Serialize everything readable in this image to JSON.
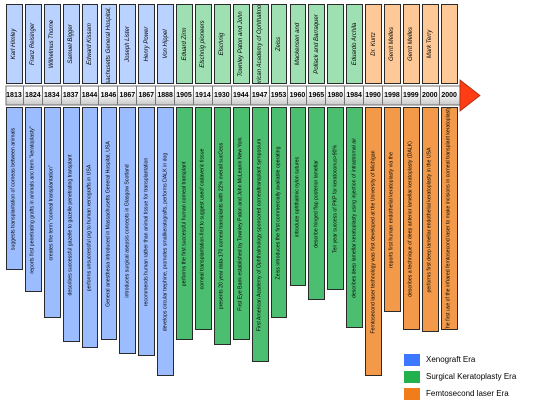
{
  "colors": {
    "xenograft": "#3b78ff",
    "surgical": "#22b14c",
    "femto": "#f07c1a",
    "arrow": "#ff3c14"
  },
  "events": [
    {
      "year": "1813",
      "name": "Karl Himley",
      "desc": "suggests transplantation of corneas between animals",
      "era": "xeno"
    },
    {
      "year": "1824",
      "name": "Franz Reisinger",
      "desc": "reports first penetrating grafts in animals anc term \"keratoplasty\"",
      "era": "xeno"
    },
    {
      "year": "1834",
      "name": "Wilhelmus Thorne",
      "desc": "creates the term \"corneal transplantation\"",
      "era": "xeno"
    },
    {
      "year": "1837",
      "name": "Samuel Bigger",
      "desc": "describes successful gazelle to gazelle penetrating transplant",
      "era": "xeno"
    },
    {
      "year": "1844",
      "name": "Edward Kissam",
      "desc": "performs unsuccessful pig to human xenografts in USA",
      "era": "xeno"
    },
    {
      "year": "1846",
      "name": "Massachusetts General Hospital, USA",
      "desc": "General anesthesia introduced in Massachusetts General Hospital, USA",
      "era": "xeno"
    },
    {
      "year": "1867",
      "name": "Joseph Lister",
      "desc": "introduces surgical asepsis concepts in Glasgow Scotland",
      "era": "xeno"
    },
    {
      "year": "1867",
      "name": "Henry Power",
      "desc": "recommends human rather than animal tissue for transplantation",
      "era": "xeno"
    },
    {
      "year": "1888",
      "name": "Von Hippel",
      "desc": "develops circular trephine, promotes smallkeratografts, performs DALK in dog",
      "era": "xeno"
    },
    {
      "year": "1905",
      "name": "Eduard Zirm",
      "desc": "performs the first successful human corneal transplant",
      "era": "surg"
    },
    {
      "year": "1914",
      "name": "Elschnig pioneers",
      "desc": "corneal transplantation-first to suggest useof cadaveric tissue",
      "era": "surg"
    },
    {
      "year": "1930",
      "name": "Elschnig",
      "desc": "presents 20 year data-170 corneal transplants with 22% overall sucCess",
      "era": "surg"
    },
    {
      "year": "1944",
      "name": "Townley Paton and John",
      "desc": "First Eye Bank established by Townley Paton and John McLeanin New York",
      "era": "surg"
    },
    {
      "year": "1947",
      "name": "American Academy of Ophthalmology",
      "desc": "First American Academy of Ophthalmology sponsored cornealtransplant symposium",
      "era": "surg"
    },
    {
      "year": "1953",
      "name": "Zeiss",
      "desc": "Zeiss introduces the first commercially available operating",
      "era": "surg"
    },
    {
      "year": "1960",
      "name": "Mackensen and",
      "desc": "introduce ophthalmic nylon sutures",
      "era": "surg"
    },
    {
      "year": "1965",
      "name": "Pollack and Barraquer",
      "desc": "describe hinged flap posterior lamellar",
      "era": "surg"
    },
    {
      "year": "1980",
      "name": "",
      "desc": "Ten year success of PKP for keratoconus>90%",
      "era": "surg"
    },
    {
      "year": "1984",
      "name": "Eduardo Archila",
      "desc": "describes deep lamellar keratoplasty using injection of intrastromal air",
      "era": "surg"
    },
    {
      "year": "1990",
      "name": "Dr. Kurtz",
      "desc": "Femtosecond laser technology was first developed at the University of Michigan",
      "era": "femto"
    },
    {
      "year": "1998",
      "name": "Gerrit Melles",
      "desc": "reports first human endothelial keratoplasty via the",
      "era": "femto"
    },
    {
      "year": "1999",
      "name": "Gerrit Melles",
      "desc": "describes a technique of deep anterior lamellar keratoplasty (DALK)",
      "era": "femto"
    },
    {
      "year": "2000",
      "name": "Mark Terry",
      "desc": "performs first deep lamellar endothelial keratoplasty in the USA",
      "era": "femto"
    },
    {
      "year": "2000",
      "name": "",
      "desc": "The first use of the infrared femtosecond laser to make incisions in corneal transplant keratoplasty",
      "era": "femto"
    }
  ],
  "legend": [
    {
      "label": "Xenograft Era",
      "era": "xeno"
    },
    {
      "label": "Surgical Keratoplasty Era",
      "era": "surg"
    },
    {
      "label": "Femtosecond laser Era",
      "era": "femto"
    }
  ]
}
